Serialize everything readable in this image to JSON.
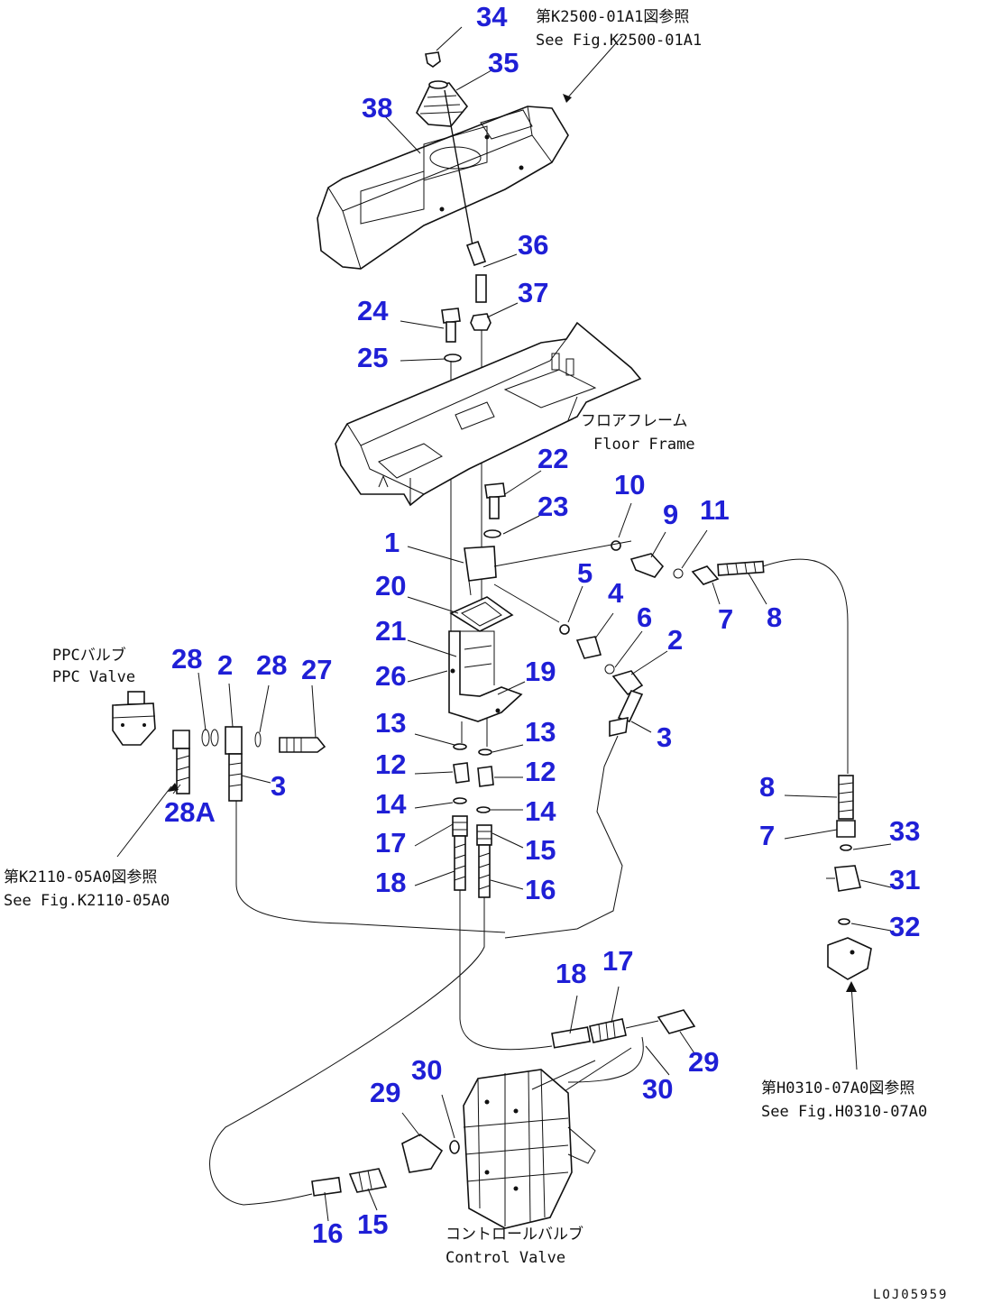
{
  "parts": [
    {
      "no": "34"
    },
    {
      "no": "35"
    },
    {
      "no": "38"
    },
    {
      "no": "36"
    },
    {
      "no": "37"
    },
    {
      "no": "24"
    },
    {
      "no": "25"
    },
    {
      "no": "22"
    },
    {
      "no": "23"
    },
    {
      "no": "10"
    },
    {
      "no": "9"
    },
    {
      "no": "11"
    },
    {
      "no": "1"
    },
    {
      "no": "5"
    },
    {
      "no": "4"
    },
    {
      "no": "7"
    },
    {
      "no": "8"
    },
    {
      "no": "20"
    },
    {
      "no": "6"
    },
    {
      "no": "2"
    },
    {
      "no": "21"
    },
    {
      "no": "26"
    },
    {
      "no": "19"
    },
    {
      "no": "3"
    },
    {
      "no": "28"
    },
    {
      "no": "2"
    },
    {
      "no": "28"
    },
    {
      "no": "27"
    },
    {
      "no": "3"
    },
    {
      "no": "28A"
    },
    {
      "no": "13"
    },
    {
      "no": "13"
    },
    {
      "no": "12"
    },
    {
      "no": "12"
    },
    {
      "no": "14"
    },
    {
      "no": "14"
    },
    {
      "no": "17"
    },
    {
      "no": "15"
    },
    {
      "no": "18"
    },
    {
      "no": "16"
    },
    {
      "no": "8"
    },
    {
      "no": "7"
    },
    {
      "no": "33"
    },
    {
      "no": "31"
    },
    {
      "no": "32"
    },
    {
      "no": "18"
    },
    {
      "no": "17"
    },
    {
      "no": "29"
    },
    {
      "no": "30"
    },
    {
      "no": "30"
    },
    {
      "no": "29"
    },
    {
      "no": "16"
    },
    {
      "no": "15"
    }
  ],
  "notes": {
    "top_ref_jp": "第K2500-01A1図参照",
    "top_ref_en": "See Fig.K2500-01A1",
    "floor_jp": "フロアフレーム",
    "floor_en": "Floor Frame",
    "ppc_jp": "PPCバルブ",
    "ppc_en": "PPC Valve",
    "left_ref_jp": "第K2110-05A0図参照",
    "left_ref_en": "See Fig.K2110-05A0",
    "right_ref_jp": "第H0310-07A0図参照",
    "right_ref_en": "See Fig.H0310-07A0",
    "cv_jp": "コントロールバルブ",
    "cv_en": "Control Valve"
  },
  "drawing_code": "LOJ05959"
}
